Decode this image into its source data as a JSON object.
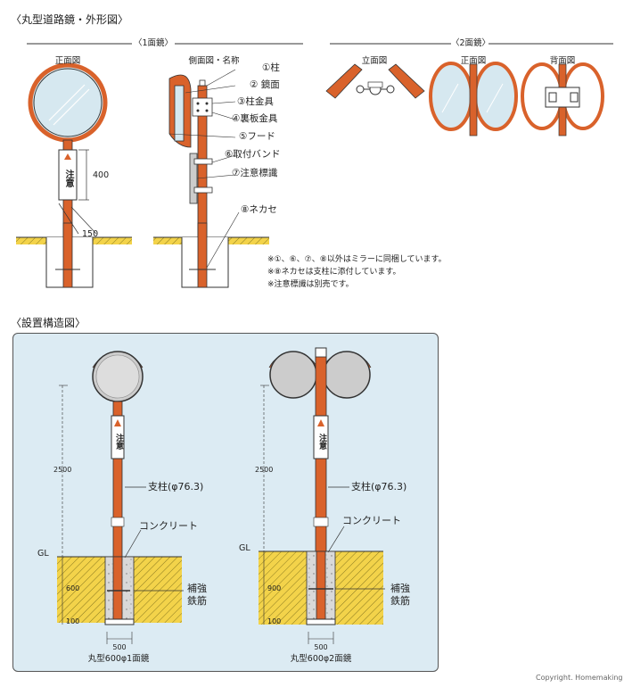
{
  "title": "〈丸型道路鏡・外形図〉",
  "single": {
    "label": "〈1面鏡〉",
    "front_view": "正面図",
    "side_view": "側面図・名称",
    "dim_400": "400",
    "dim_150": "150",
    "sign_text": "注意"
  },
  "double": {
    "label": "〈2面鏡〉",
    "elevation": "立面図",
    "front_view": "正面図",
    "back_view": "背面図"
  },
  "parts": [
    "①柱",
    "② 鏡面",
    "③柱金具",
    "④裏板金具",
    "⑤フード",
    "⑥取付バンド",
    "⑦注意標識",
    "⑧ネカセ"
  ],
  "notes": [
    "※①、⑥、⑦、⑧以外はミラーに同梱しています。",
    "※⑧ネカセは支柱に添付しています。",
    "※注意標識は別売です。"
  ],
  "install": {
    "title": "〈設置構造図〉",
    "left": {
      "height": "2500",
      "post": "支柱(φ76.3)",
      "concrete": "コンクリート",
      "gl": "GL",
      "depth": "600",
      "base": "100",
      "rebar_1": "補強",
      "rebar_2": "鉄筋",
      "width": "500",
      "caption": "丸型600φ1面鏡",
      "sign_text": "注意"
    },
    "right": {
      "height": "2500",
      "post": "支柱(φ76.3)",
      "concrete": "コンクリート",
      "gl": "GL",
      "depth": "900",
      "base": "100",
      "rebar_1": "補強",
      "rebar_2": "鉄筋",
      "width": "500",
      "caption": "丸型600φ2面鏡",
      "sign_text": "注意"
    }
  },
  "copyright": "Copyright. Homemaking",
  "colors": {
    "post": "#d9622b",
    "mirror": "#d6e8f0",
    "panel": "#dcebf3",
    "soil": "#f3d34a",
    "concrete": "#d9d9d9"
  }
}
